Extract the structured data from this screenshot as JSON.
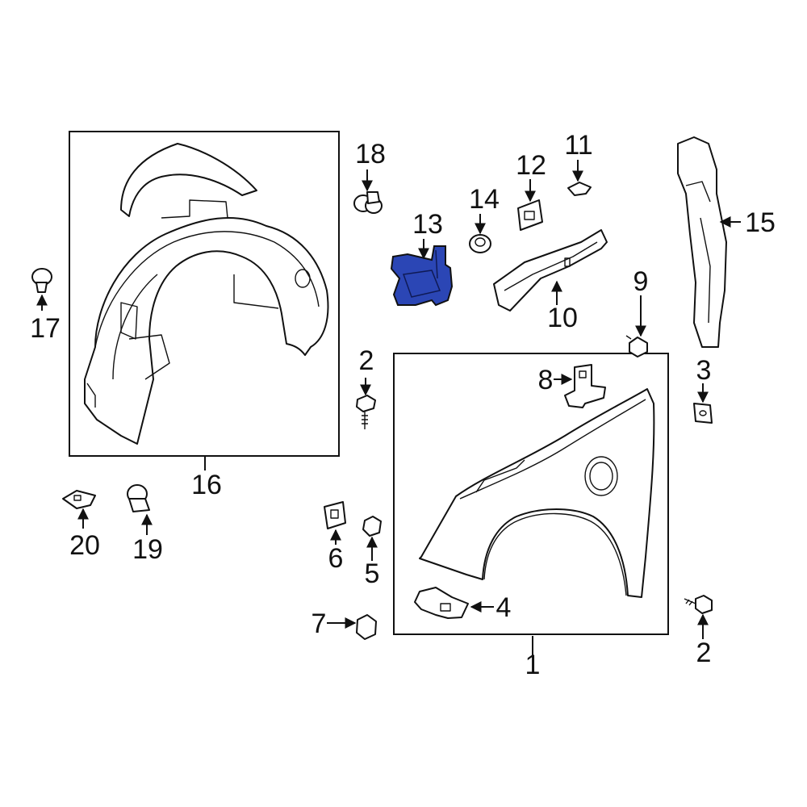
{
  "diagram": {
    "highlight_color": "#2b46b5",
    "callouts": [
      {
        "id": "c1",
        "label": "1"
      },
      {
        "id": "c2a",
        "label": "2"
      },
      {
        "id": "c2b",
        "label": "2"
      },
      {
        "id": "c3",
        "label": "3"
      },
      {
        "id": "c4",
        "label": "4"
      },
      {
        "id": "c5",
        "label": "5"
      },
      {
        "id": "c6",
        "label": "6"
      },
      {
        "id": "c7",
        "label": "7"
      },
      {
        "id": "c8",
        "label": "8"
      },
      {
        "id": "c9",
        "label": "9"
      },
      {
        "id": "c10",
        "label": "10"
      },
      {
        "id": "c11",
        "label": "11"
      },
      {
        "id": "c12",
        "label": "12"
      },
      {
        "id": "c13",
        "label": "13"
      },
      {
        "id": "c14",
        "label": "14"
      },
      {
        "id": "c15",
        "label": "15"
      },
      {
        "id": "c16",
        "label": "16"
      },
      {
        "id": "c17",
        "label": "17"
      },
      {
        "id": "c18",
        "label": "18"
      },
      {
        "id": "c19",
        "label": "19"
      },
      {
        "id": "c20",
        "label": "20"
      }
    ]
  }
}
